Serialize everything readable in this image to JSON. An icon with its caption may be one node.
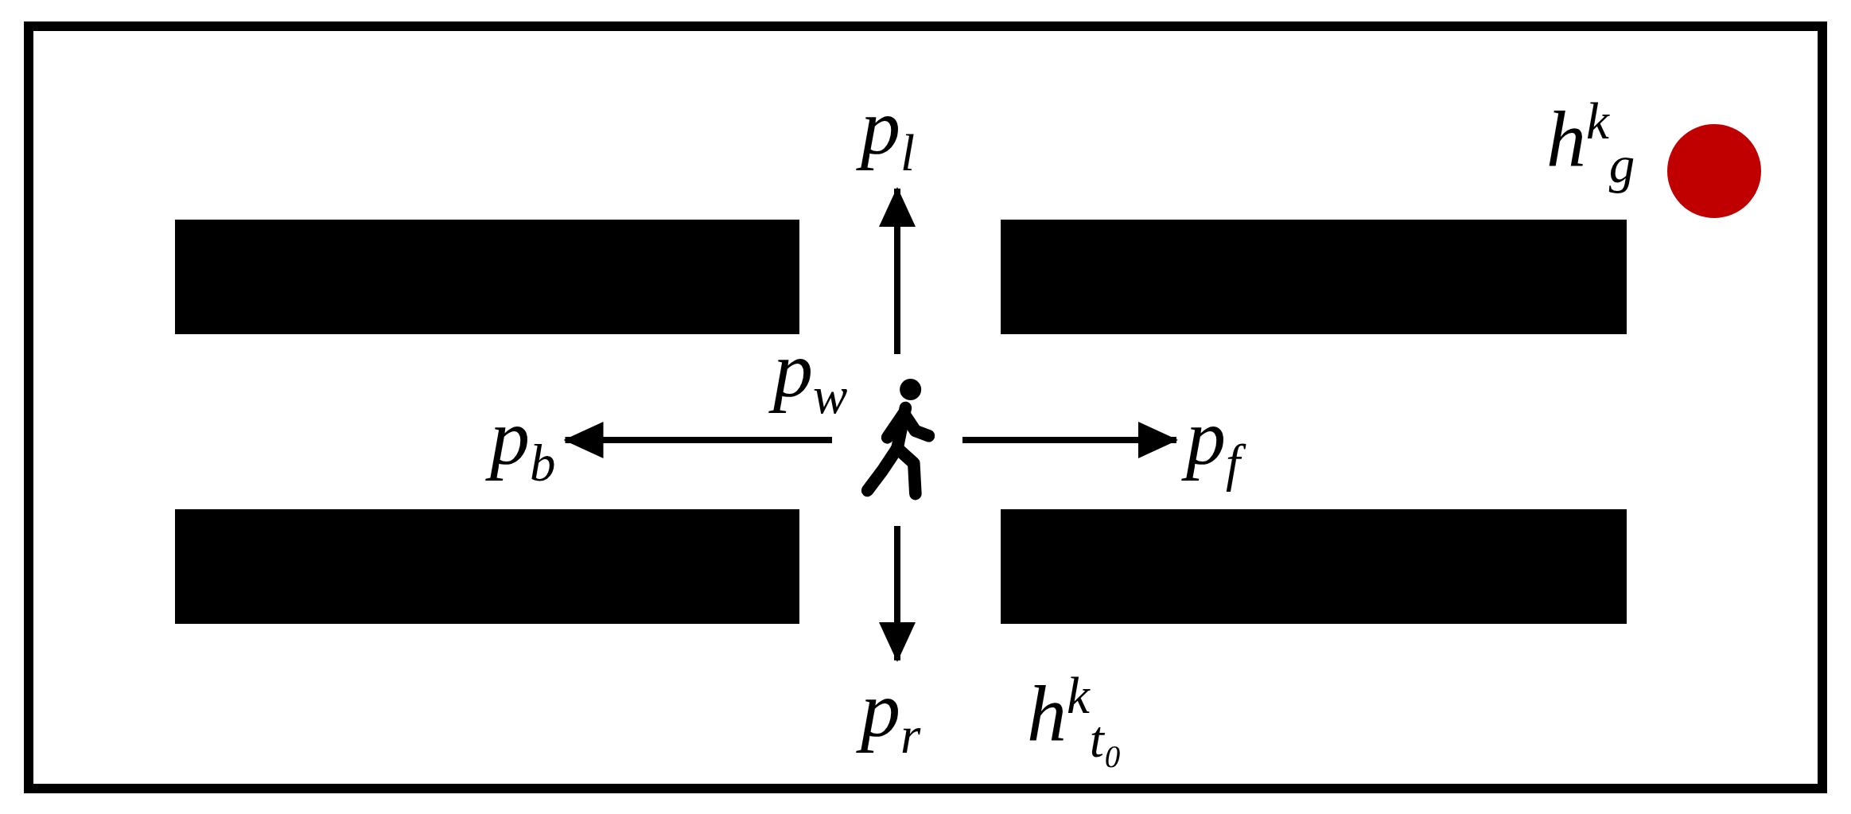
{
  "diagram": {
    "nodes": [
      {
        "text": [
          "p$_{l}$"
        ]
      },
      {
        "text": [],
        "shape": "circle",
        "beside": [
          "h$^{k}$$_{g}$"
        ]
      },
      {
        "text": [],
        "shape": "bar"
      },
      {
        "text": [],
        "shape": "bar"
      },
      {
        "text": [
          "p$_{b}$"
        ]
      },
      {
        "text": [],
        "shape": "person",
        "beside": [
          "p$_{w}$"
        ]
      },
      {
        "text": [
          "p$_{f}$"
        ]
      },
      {
        "text": [],
        "shape": "bar"
      },
      {
        "text": [],
        "shape": "bar"
      },
      {
        "text": [
          "p$_{r}$"
        ]
      }
    ],
    "edges": [
      {
        "from": 5,
        "to": 0,
        "arrow": "to"
      },
      {
        "from": 5,
        "to": 4,
        "arrow": "to"
      },
      {
        "from": 5,
        "to": 6,
        "arrow": "to"
      },
      {
        "from": 5,
        "to": 9,
        "arrow": "to"
      }
    ],
    "labels": [
      "h$^{k}$$_{t₀}$"
    ]
  }
}
